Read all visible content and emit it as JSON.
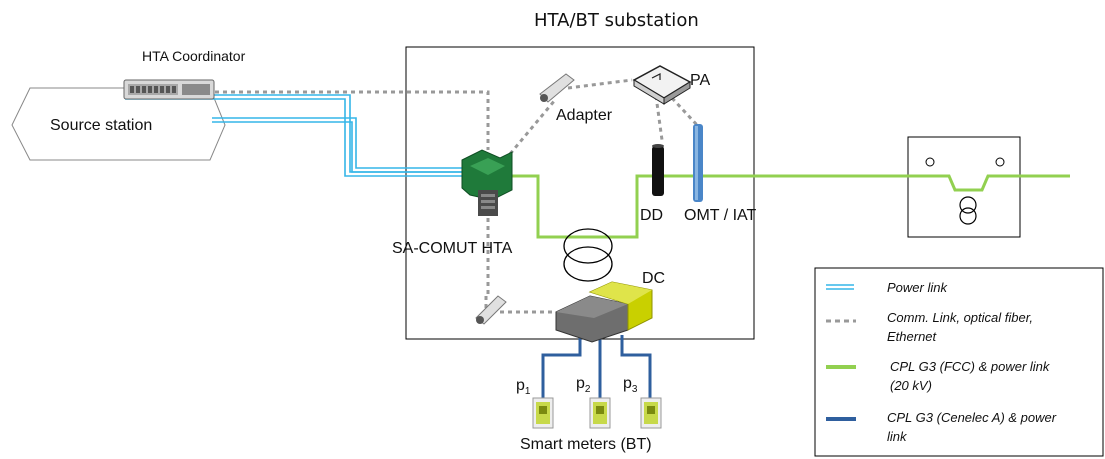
{
  "title": "HTA/BT substation",
  "labels": {
    "hta_coordinator": "HTA Coordinator",
    "source_station": "Source station",
    "adapter": "Adapter",
    "pa": "PA",
    "sa_comut": "SA-COMUT HTA",
    "dd": "DD",
    "omt": "OMT / IAT",
    "dc": "DC",
    "p1": "p",
    "p1_sub": "1",
    "p2": "p",
    "p2_sub": "2",
    "p3": "p",
    "p3_sub": "3",
    "smart_meters": "Smart meters (BT)"
  },
  "legend": {
    "items": [
      {
        "text": "Power link",
        "color": "#35b6e8",
        "style": "double"
      },
      {
        "text": "Comm. Link, optical fiber, Ethernet",
        "color": "#999999",
        "style": "dotted"
      },
      {
        "text": "CPL G3 (FCC) & power link (20 kV)",
        "color": "#92d050",
        "style": "solid"
      },
      {
        "text": "CPL G3 (Cenelec A) & power link",
        "color": "#2f5f9e",
        "style": "solid"
      }
    ],
    "text_lines": {
      "l0a": "Power link",
      "l1a": "Comm. Link, optical fiber,",
      "l1b": "Ethernet",
      "l2a": "CPL G3 (FCC) & power link",
      "l2b": "(20 kV)",
      "l3a": "CPL G3 (Cenelec A) & power",
      "l3b": "link"
    }
  },
  "colors": {
    "power_link": "#35b6e8",
    "comm_link": "#999999",
    "cpl_fcc": "#92d050",
    "cpl_cenelec": "#2f5f9e",
    "sa_comut": "#1f7a3a",
    "dd": "#111111",
    "omt": "#4a86c8",
    "dc_gray": "#6e6e6e",
    "dc_yellow": "#c9d000",
    "meter": "#c7d94a"
  },
  "icons": [
    "server-icon",
    "router-icon",
    "sfp-adapter-icon",
    "switch-icon",
    "transformer-icon",
    "concentrator-icon",
    "smart-meter-icon"
  ]
}
